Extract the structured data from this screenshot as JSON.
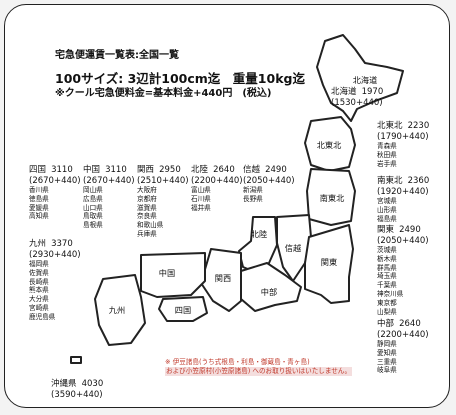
{
  "header": {
    "title": "宅急便運賃一覧表:全国一覧",
    "size_line": "100サイズ: 3辺計100cm迄　重量10kg迄",
    "cool_line": "※クール宅急便料金=基本料金+440円　(税込)"
  },
  "map_labels": {
    "hokkaido": "北海道",
    "tohoku": "北東北",
    "minami_tohoku": "南東北",
    "hokuriku": "北陸",
    "shinetsu": "信越",
    "kanto": "関東",
    "chubu": "中部",
    "kansai": "関西",
    "chugoku": "中国",
    "shikoku": "四国",
    "kyushu": "九州"
  },
  "regions": {
    "hokkaido": {
      "name": "北海道",
      "price": "1970",
      "detail": "(1530+440)"
    },
    "kita_tohoku": {
      "name": "北東北",
      "price": "2230",
      "detail": "(1790+440)",
      "prefs": [
        "青森県",
        "秋田県",
        "岩手県"
      ]
    },
    "minami_tohoku": {
      "name": "南東北",
      "price": "2360",
      "detail": "(1920+440)",
      "prefs": [
        "宮城県",
        "山形県",
        "福島県"
      ]
    },
    "kanto": {
      "name": "関東",
      "price": "2490",
      "detail": "(2050+440)",
      "prefs": [
        "茨城県",
        "栃木県",
        "群馬県",
        "埼玉県",
        "千葉県",
        "神奈川県",
        "東京都",
        "山梨県"
      ]
    },
    "chubu": {
      "name": "中部",
      "price": "2640",
      "detail": "(2200+440)",
      "prefs": [
        "静岡県",
        "愛知県",
        "三重県",
        "岐阜県"
      ]
    },
    "shikoku": {
      "name": "四国",
      "price": "3110",
      "detail": "(2670+440)",
      "prefs": [
        "香川県",
        "徳島県",
        "愛媛県",
        "高知県"
      ]
    },
    "chugoku": {
      "name": "中国",
      "price": "3110",
      "detail": "(2670+440)",
      "prefs": [
        "岡山県",
        "広島県",
        "山口県",
        "鳥取県",
        "島根県"
      ]
    },
    "kansai": {
      "name": "関西",
      "price": "2950",
      "detail": "(2510+440)",
      "prefs": [
        "大阪府",
        "京都府",
        "滋賀県",
        "奈良県",
        "和歌山県",
        "兵庫県"
      ]
    },
    "hokuriku": {
      "name": "北陸",
      "price": "2640",
      "detail": "(2200+440)",
      "prefs": [
        "富山県",
        "石川県",
        "福井県"
      ]
    },
    "shinetsu": {
      "name": "信越",
      "price": "2490",
      "detail": "(2050+440)",
      "prefs": [
        "新潟県",
        "長野県"
      ]
    },
    "kyushu": {
      "name": "九州",
      "price": "3370",
      "detail": "(2930+440)",
      "prefs": [
        "福岡県",
        "佐賀県",
        "長崎県",
        "熊本県",
        "大分県",
        "宮崎県",
        "鹿児島県"
      ]
    },
    "okinawa": {
      "name": "沖縄県",
      "price": "4030",
      "detail": "(3590+440)"
    }
  },
  "footnote": {
    "line1": "※ 伊豆諸島(うち式根島・利島・御蔵島・青ヶ島)",
    "line2": "および小笠原村(小笠原諸島) へのお取り扱いはいたしません。"
  },
  "colors": {
    "line": "#222222",
    "note_red": "#c0392b",
    "note_bg": "#f4dede"
  }
}
